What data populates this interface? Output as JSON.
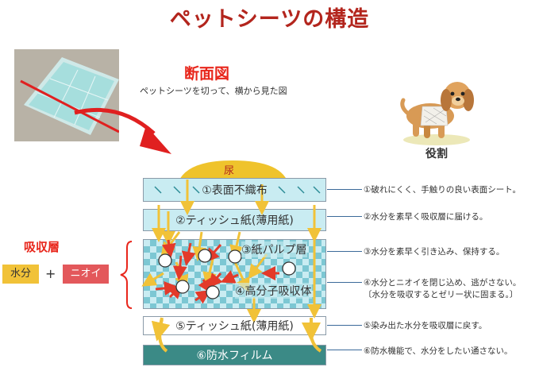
{
  "title": "ペットシーツの構造",
  "section_title": "断面図",
  "section_subtitle": "ペットシーツを切って、横から見た図",
  "role_label": "役割",
  "urine_label": "尿",
  "absorb_layer_title": "吸収層",
  "water_tag": "水分",
  "plus": "+",
  "odor_tag": "ニオイ",
  "layers": [
    {
      "label": "①表面不織布",
      "description": "①破れにくく、手触りの良い表面シート。"
    },
    {
      "label": "②ティッシュ紙(薄用紙)",
      "description": "②水分を素早く吸収層に届ける。"
    },
    {
      "label": "③紙パルプ層",
      "description": "③水分を素早く引き込み、保持する。"
    },
    {
      "label": "④高分子吸収体",
      "description": "④水分とニオイを閉じ込め、逃がさない。",
      "description2": "〔水分を吸収するとゼリー状に固まる。〕"
    },
    {
      "label": "⑤ティッシュ紙(薄用紙)",
      "description": "⑤染み出た水分を吸収層に戻す。"
    },
    {
      "label": "⑥防水フィルム",
      "description": "⑥防水機能で、水分をしたい通さない。"
    }
  ],
  "colors": {
    "title": "#b3251d",
    "accent_red": "#e8261b",
    "layer_light": "#c9ecf2",
    "layer_check": "#7cc7d3",
    "film": "#3b8a86",
    "yellow": "#f1c238",
    "odor": "#e3585b"
  },
  "icons": [
    "pet-sheet-photo",
    "dog-illustration",
    "curved-arrow-icon",
    "urine-drop-icon"
  ]
}
